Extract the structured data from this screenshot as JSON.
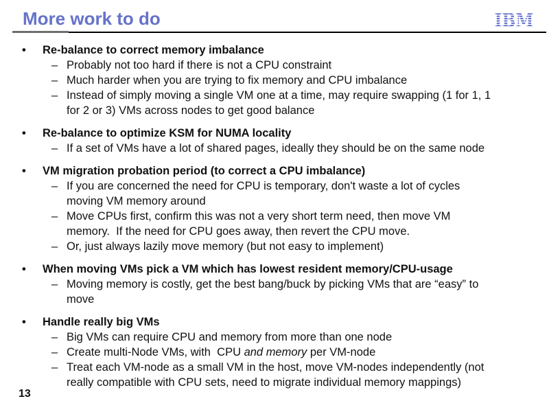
{
  "slide": {
    "title": "More work to do",
    "page_number": "13",
    "logo_text": "IBM"
  },
  "markers": {
    "level1": "•",
    "level2": "–"
  },
  "colors": {
    "title_blue": "#6673C9",
    "logo_blue": "#5A69C8",
    "rule_gray": "#6E6E6E",
    "rule_black": "#000000",
    "text": "#111111",
    "background": "#FFFFFF"
  },
  "sections": [
    {
      "title": "Re-balance to correct memory imbalance",
      "items": [
        "Probably not too hard if there is not a CPU constraint",
        "Much harder when you are trying to fix memory and CPU imbalance",
        "Instead of simply moving a single VM one at a time, may require swapping (1 for 1, 1\nfor 2 or 3) VMs across nodes to get good balance"
      ]
    },
    {
      "title": "Re-balance to optimize KSM for NUMA locality",
      "items": [
        "If a set of VMs have a lot of shared pages, ideally they should be on the same node"
      ]
    },
    {
      "title": "VM migration probation period (to correct a CPU imbalance)",
      "items": [
        "If you are concerned the need for CPU is temporary, don't waste a lot of cycles\nmoving VM memory around",
        "Move CPUs first, confirm this was not a very short term need, then move VM\nmemory.  If the need for CPU goes away, then revert the CPU move.",
        "Or, just always lazily move memory (but not easy to implement)"
      ]
    },
    {
      "title": "When moving VMs pick a VM which has lowest resident memory/CPU-usage",
      "items": [
        "Moving memory is costly, get the best bang/buck by picking VMs that are “easy” to\nmove"
      ]
    },
    {
      "title": "Handle really big VMs",
      "items": [
        "Big VMs can require CPU and memory from more than one node",
        {
          "runs": [
            {
              "text": "Create multi-Node VMs, with  CPU "
            },
            {
              "text": "and memory",
              "italic": true
            },
            {
              "text": " per VM-node"
            }
          ]
        },
        "Treat each VM-node as a small VM in the host, move VM-nodes independently (not\nreally compatible with CPU sets, need to migrate individual memory mappings)"
      ]
    }
  ]
}
